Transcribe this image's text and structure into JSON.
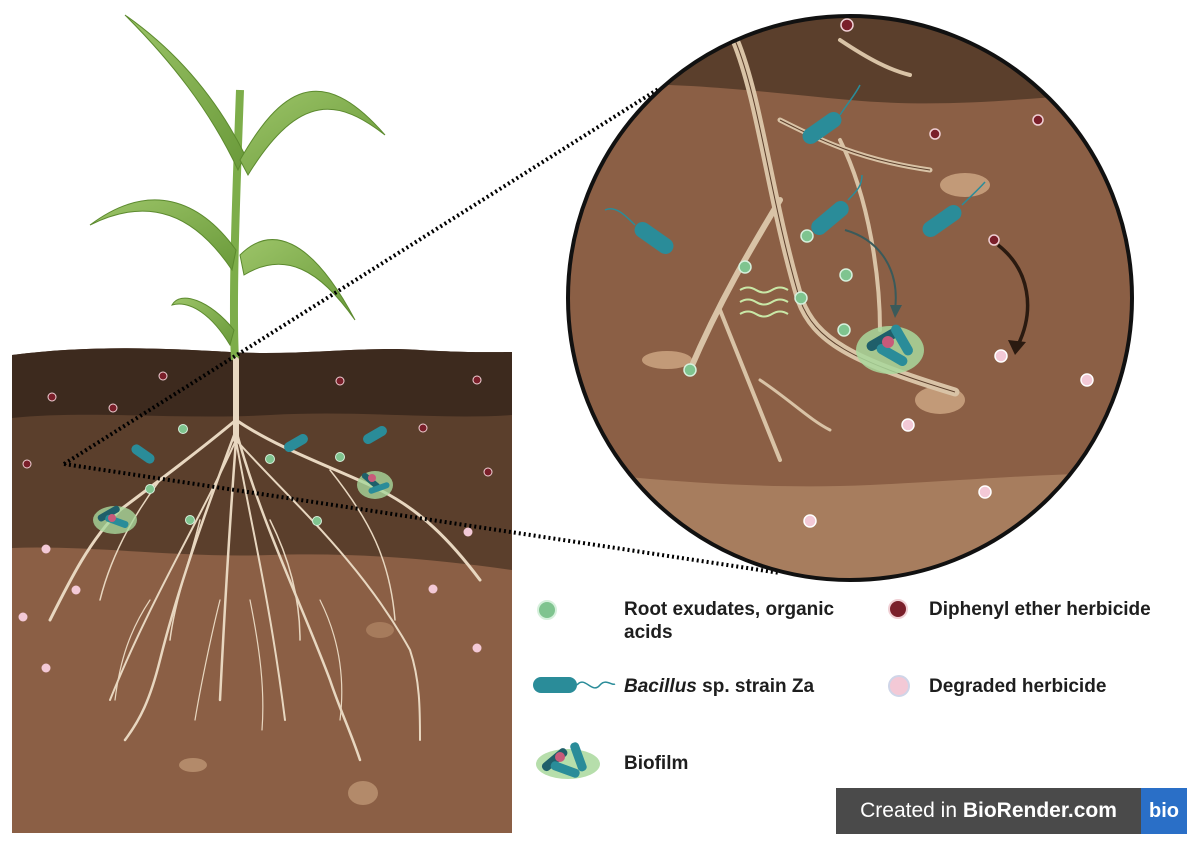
{
  "legend": {
    "root_exudates": "Root exudates, organic acids",
    "bacillus_italic": "Bacillus",
    "bacillus_rest": " sp. strain Za",
    "biofilm": "Biofilm",
    "diphenyl": "Diphenyl ether herbicide",
    "degraded": "Degraded herbicide"
  },
  "branding": {
    "prefix": "Created in ",
    "bold": "BioRender.com",
    "logo": "bio"
  },
  "colors": {
    "soil_top": "#3d2a1e",
    "soil_mid": "#5b3f2c",
    "soil_bottom": "#8b5f45",
    "root": "#e8d7c0",
    "bacteria": "#2a8c99",
    "exudate": "#7fc48f",
    "herbicide": "#7a1f2a",
    "degraded": "#f3c9d6",
    "leaf": "#7dad4a",
    "branding_bg": "#4a4a4a",
    "branding_logo": "#2a6fc7"
  }
}
